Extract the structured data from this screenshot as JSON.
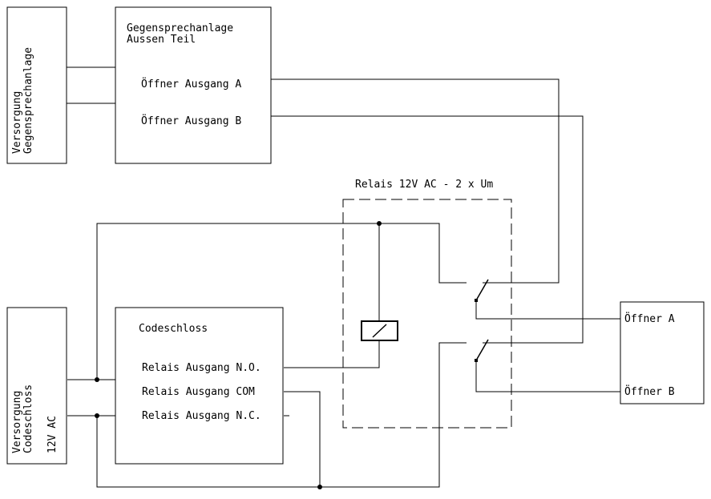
{
  "blocks": {
    "supply_intercom": {
      "lines": [
        "Versorgung",
        "Gegensprechanlage"
      ]
    },
    "intercom": {
      "title_lines": [
        "Gegensprechanlage",
        "Aussen Teil"
      ],
      "output_a": "Öffner Ausgang A",
      "output_b": "Öffner Ausgang B"
    },
    "relay": {
      "label": "Relais 12V AC - 2 x Um"
    },
    "supply_codelock": {
      "lines": [
        "Versorgung",
        "Codeschloss",
        "12V AC"
      ]
    },
    "codelock": {
      "title": "Codeschloss",
      "out_no": "Relais Ausgang N.O.",
      "out_com": "Relais Ausgang COM",
      "out_nc": "Relais Ausgang N.C."
    },
    "opener": {
      "a": "Öffner A",
      "b": "Öffner B"
    }
  },
  "colors": {
    "line": "#000000",
    "background": "#ffffff"
  }
}
